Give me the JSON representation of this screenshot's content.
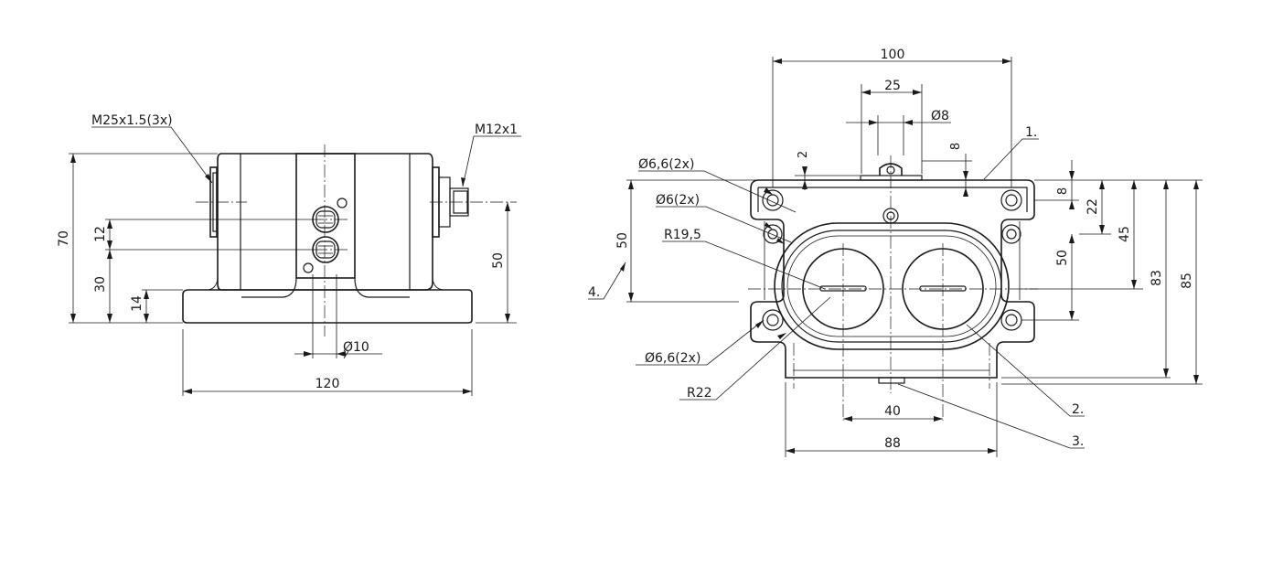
{
  "colors": {
    "line": "#1a1a1a",
    "background": "#ffffff"
  },
  "side_view": {
    "thread_large": "M25x1.5(3x)",
    "thread_small": "M12x1",
    "dim_height": "70",
    "dim_12": "12",
    "dim_30": "30",
    "dim_14": "14",
    "dim_50": "50",
    "dim_diameter": "Ø10",
    "dim_width": "120"
  },
  "front_view": {
    "dim_100": "100",
    "dim_25": "25",
    "dim_d8": "Ø8",
    "dim_2": "2",
    "dim_8_top": "8",
    "hole_66_top": "Ø6,6(2x)",
    "hole_6": "Ø6(2x)",
    "radius_195": "R19,5",
    "dim_50_left": "50",
    "dim_8_right": "8",
    "dim_22": "22",
    "dim_50_right": "50",
    "dim_45": "45",
    "dim_83": "83",
    "dim_85": "85",
    "hole_66_bottom": "Ø6,6(2x)",
    "radius_22": "R22",
    "dim_40": "40",
    "dim_88": "88",
    "callout_1": "1.",
    "callout_2": "2.",
    "callout_3": "3.",
    "callout_4": "4."
  }
}
